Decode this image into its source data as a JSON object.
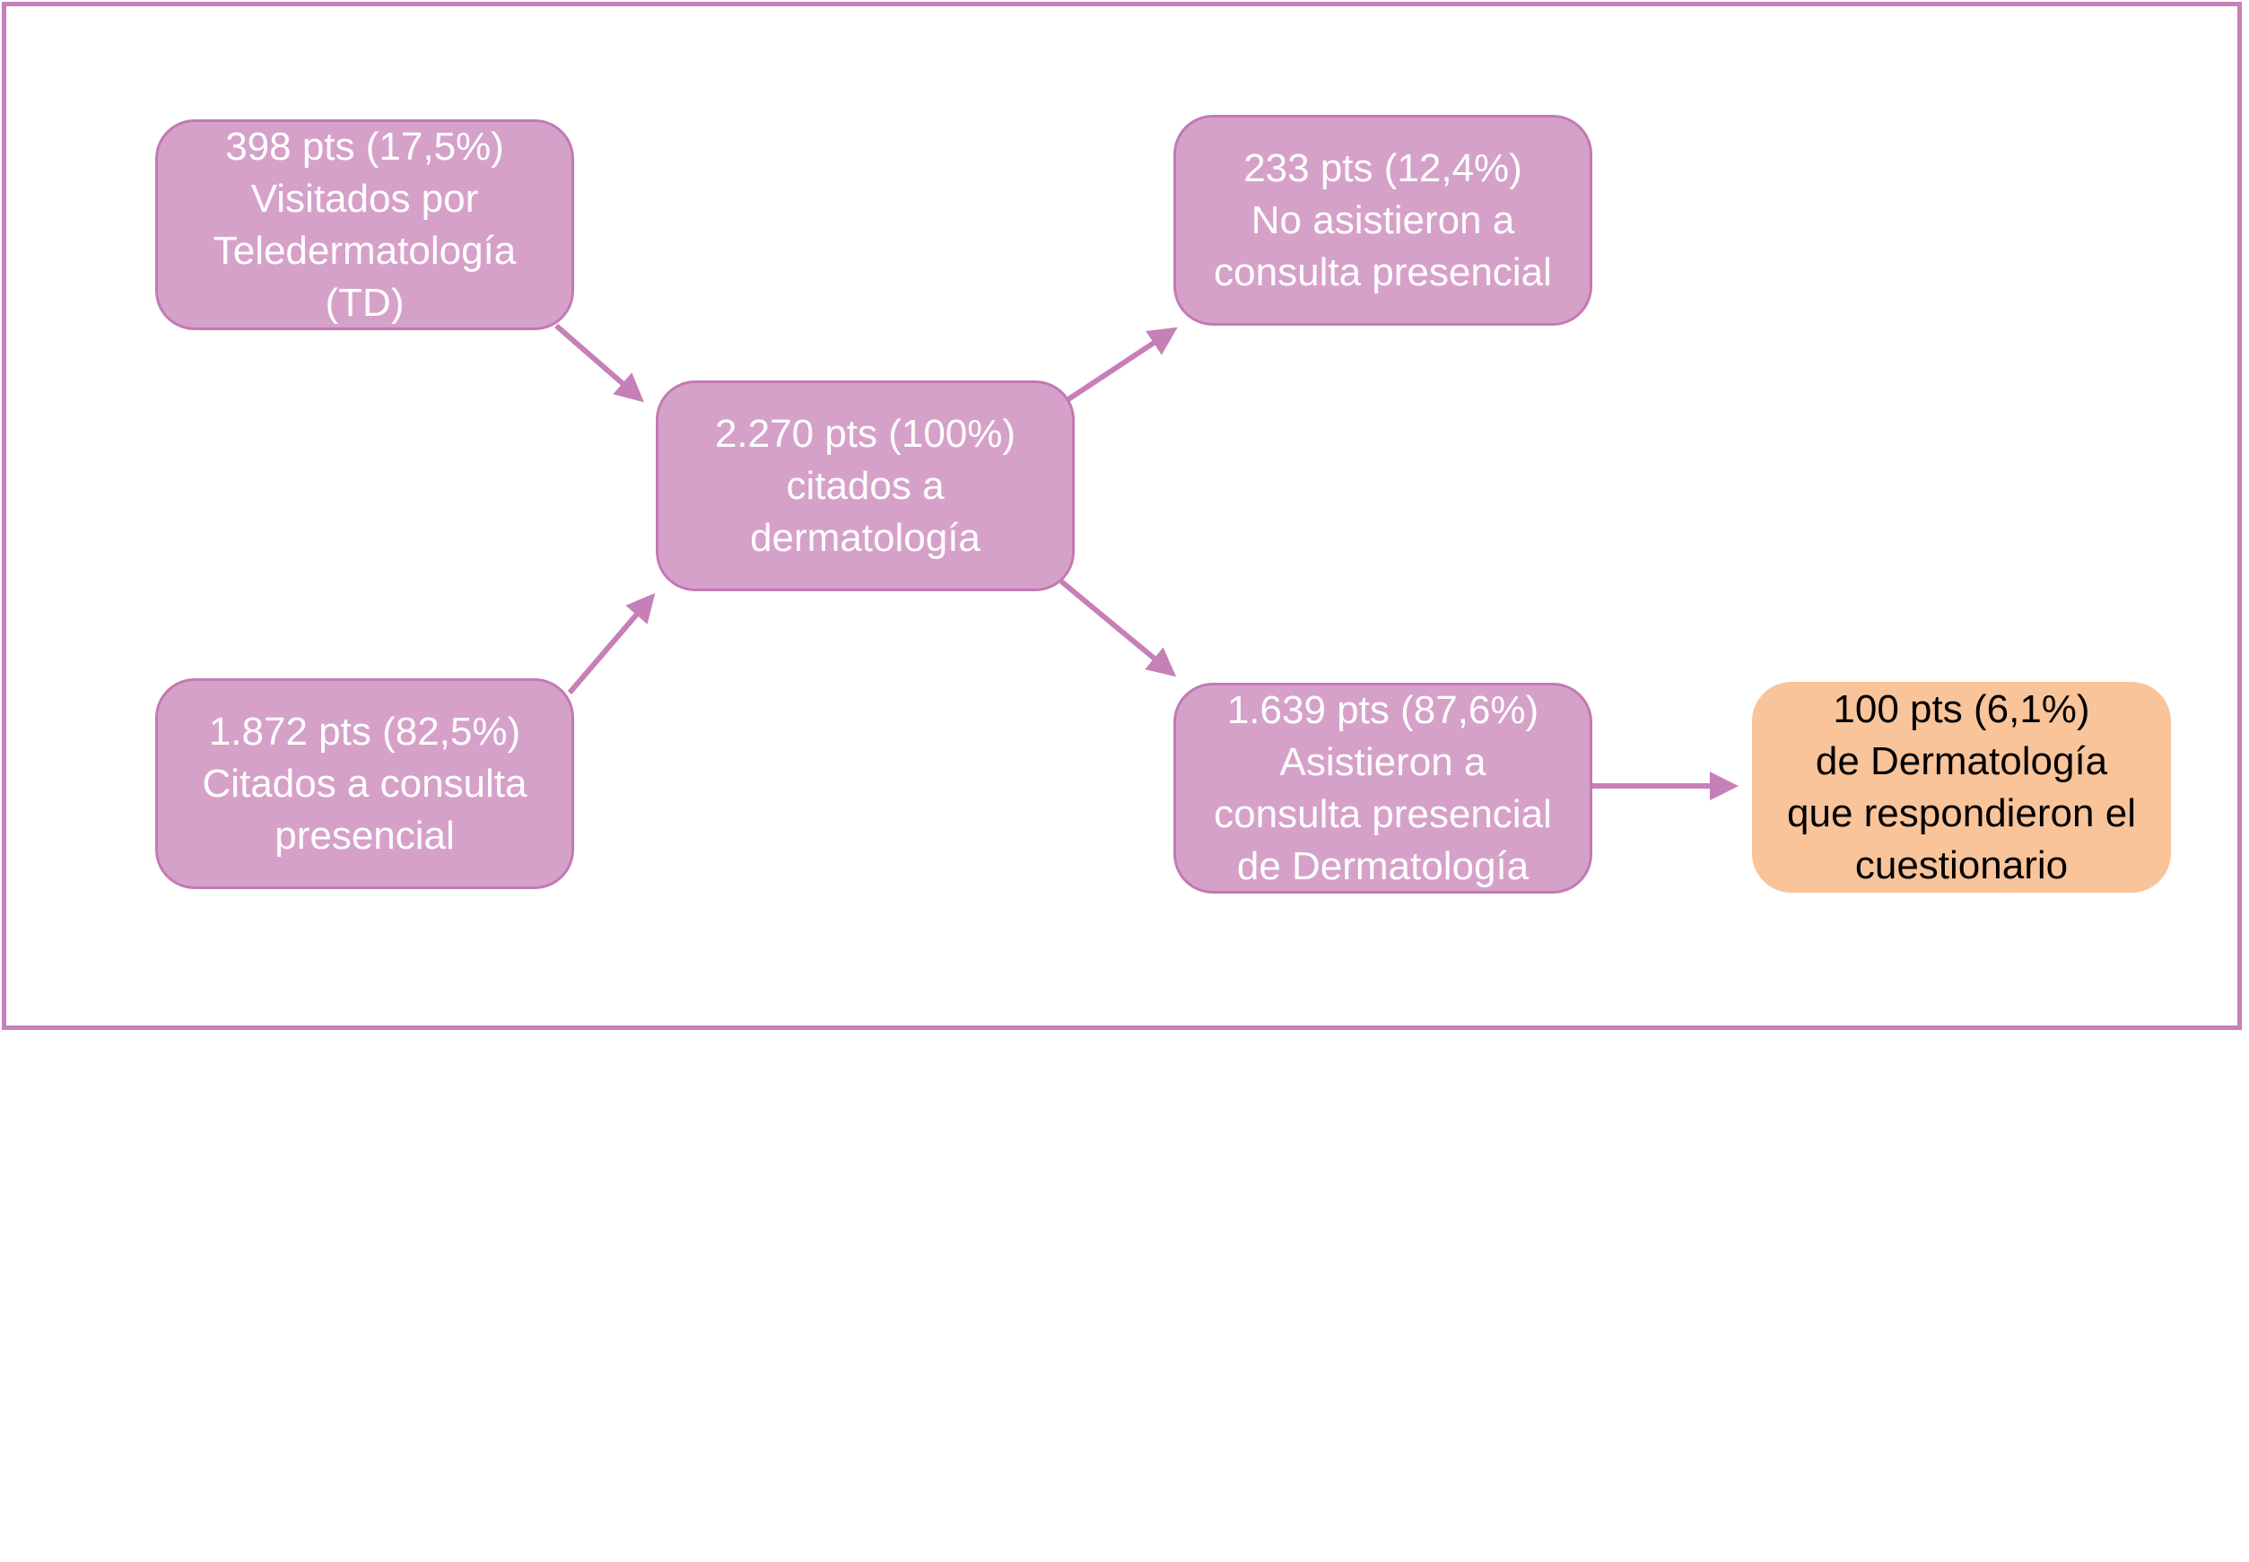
{
  "nodes": {
    "teledermatologia": {
      "lines": [
        "398 pts (17,5%)",
        "Visitados por",
        "Teledermatología",
        "(TD)"
      ]
    },
    "consulta_presencial": {
      "lines": [
        "1.872 pts (82,5%)",
        "Citados a consulta",
        "presencial"
      ]
    },
    "total": {
      "lines": [
        "2.270 pts (100%)",
        "citados a",
        "dermatología"
      ]
    },
    "no_asistieron": {
      "lines": [
        "233 pts (12,4%)",
        "No asistieron a",
        "consulta presencial"
      ]
    },
    "asistieron": {
      "lines": [
        "1.639 pts (87,6%)",
        "Asistieron a",
        "consulta presencial",
        "de Dermatología"
      ]
    },
    "respondieron": {
      "lines": [
        "100 pts (6,1%)",
        "de Dermatología",
        "que respondieron el",
        "cuestionario"
      ]
    }
  },
  "colors": {
    "node": "#d6a1c9",
    "border": "#c77fb7",
    "highlight": "#f9c49a"
  }
}
